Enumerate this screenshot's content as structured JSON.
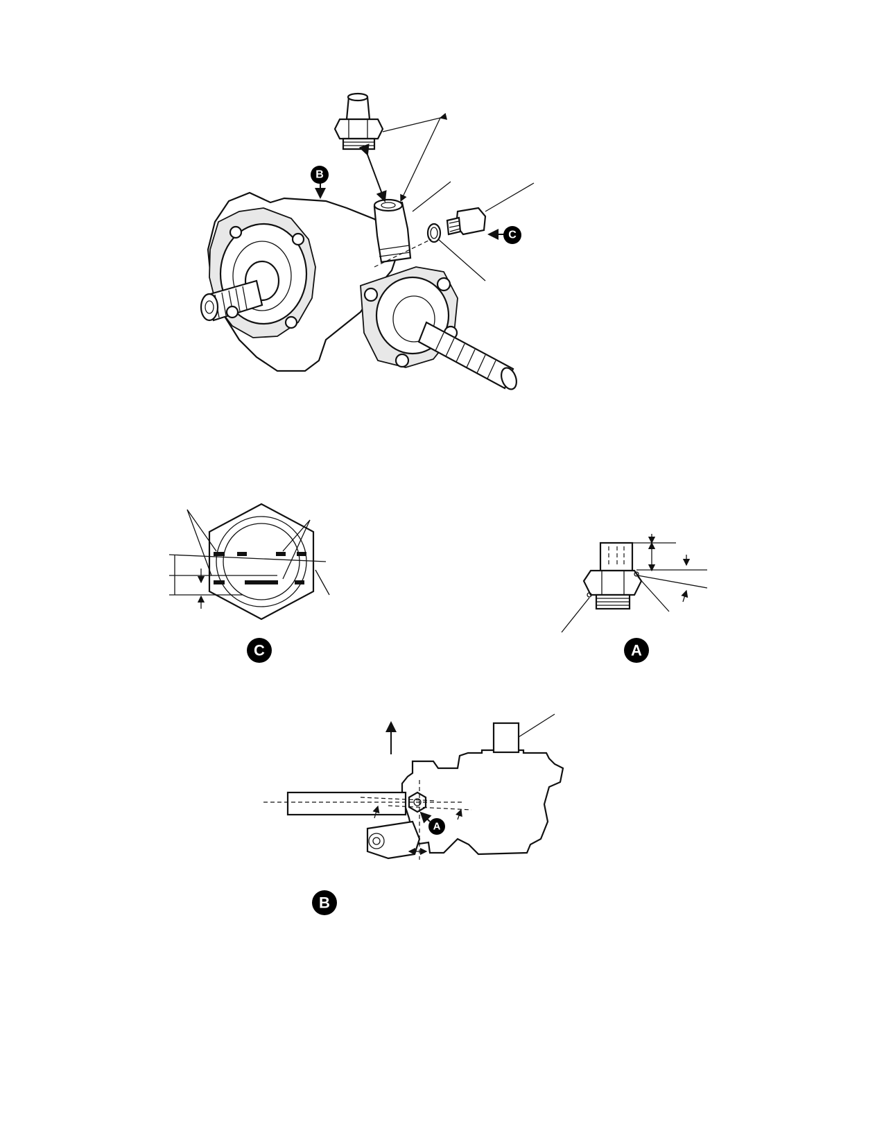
{
  "callouts": {
    "a": "A",
    "b": "B",
    "c": "C"
  },
  "colors": {
    "ink": "#111111",
    "badge": "#000000",
    "paper": "#ffffff"
  }
}
